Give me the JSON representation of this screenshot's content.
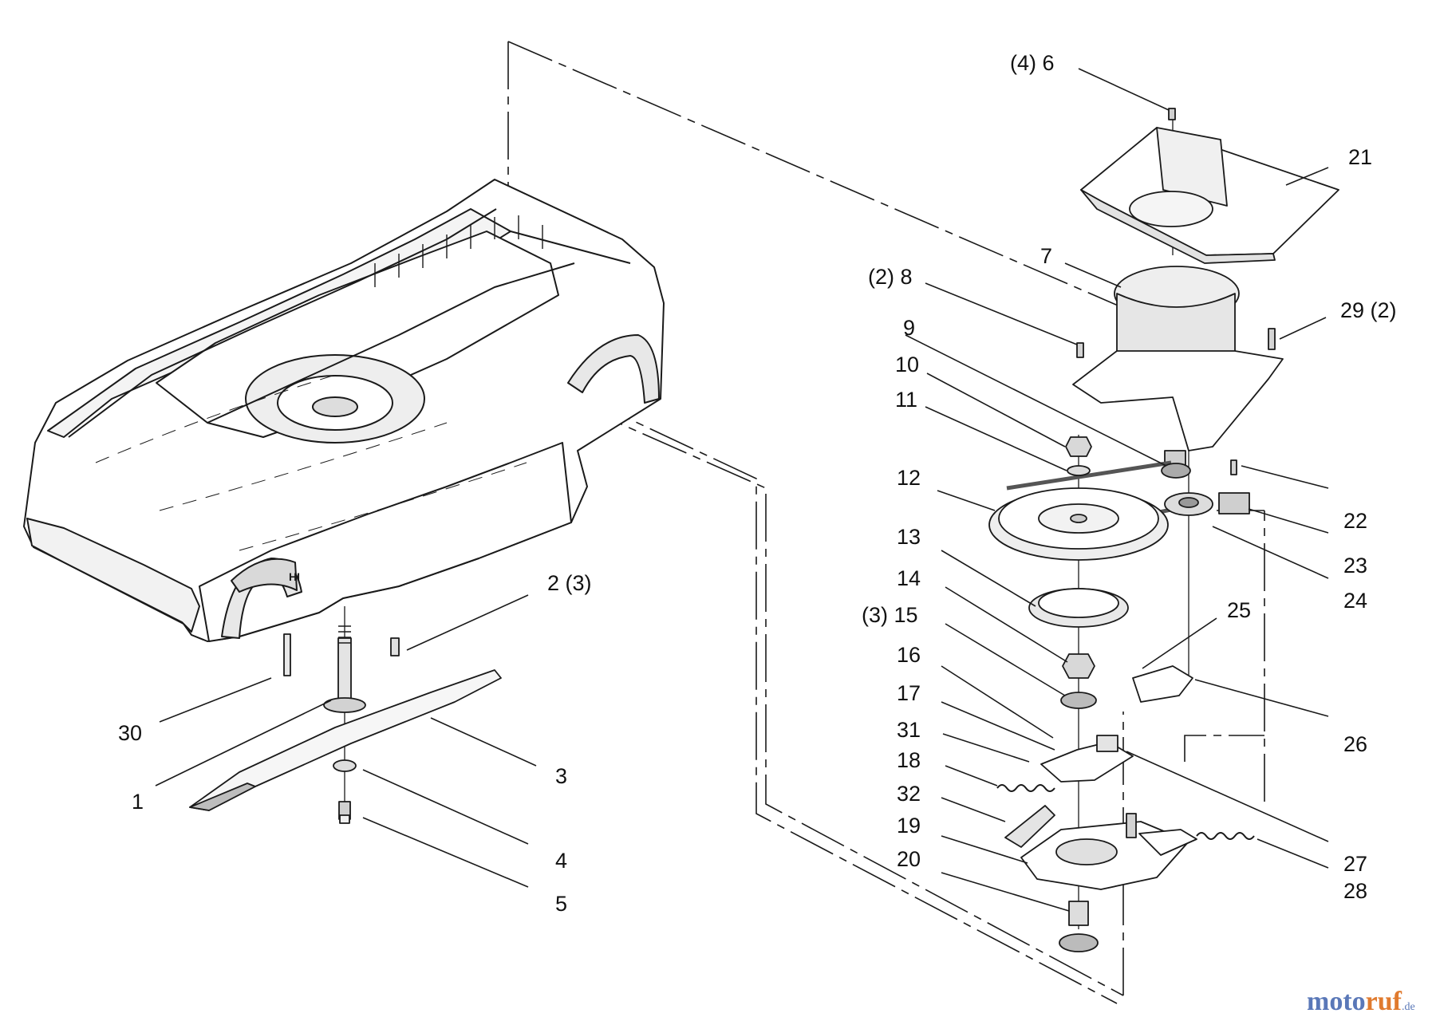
{
  "callouts": [
    {
      "id": "1",
      "text": "1"
    },
    {
      "id": "2",
      "text": "2  (3)"
    },
    {
      "id": "3",
      "text": "3"
    },
    {
      "id": "4",
      "text": "4"
    },
    {
      "id": "5",
      "text": "5"
    },
    {
      "id": "6",
      "text": "(4)  6"
    },
    {
      "id": "7",
      "text": "7"
    },
    {
      "id": "8",
      "text": "(2)  8"
    },
    {
      "id": "9",
      "text": "9"
    },
    {
      "id": "10",
      "text": "10"
    },
    {
      "id": "11",
      "text": "11"
    },
    {
      "id": "12",
      "text": "12"
    },
    {
      "id": "13",
      "text": "13"
    },
    {
      "id": "14",
      "text": "14"
    },
    {
      "id": "15",
      "text": "(3)  15"
    },
    {
      "id": "16",
      "text": "16"
    },
    {
      "id": "17",
      "text": "17"
    },
    {
      "id": "18",
      "text": "18"
    },
    {
      "id": "19",
      "text": "19"
    },
    {
      "id": "20",
      "text": "20"
    },
    {
      "id": "21",
      "text": "21"
    },
    {
      "id": "22",
      "text": "22"
    },
    {
      "id": "23",
      "text": "23"
    },
    {
      "id": "24",
      "text": "24"
    },
    {
      "id": "25",
      "text": "25"
    },
    {
      "id": "26",
      "text": "26"
    },
    {
      "id": "27",
      "text": "27"
    },
    {
      "id": "28",
      "text": "28"
    },
    {
      "id": "29",
      "text": "29 (2)"
    },
    {
      "id": "30",
      "text": "30"
    },
    {
      "id": "31",
      "text": "31"
    },
    {
      "id": "32",
      "text": "32"
    }
  ],
  "deck_label": "HI",
  "watermark": {
    "brand_a": "moto",
    "brand_b": "ruf",
    "tld": ".de"
  },
  "colors": {
    "line": "#1a1a1a",
    "shade": "#9a9a9a",
    "light": "#e6e6e6",
    "mid": "#cfcfcf",
    "watermark_blue": "#5a78b8",
    "watermark_orange": "#e07a2e"
  }
}
